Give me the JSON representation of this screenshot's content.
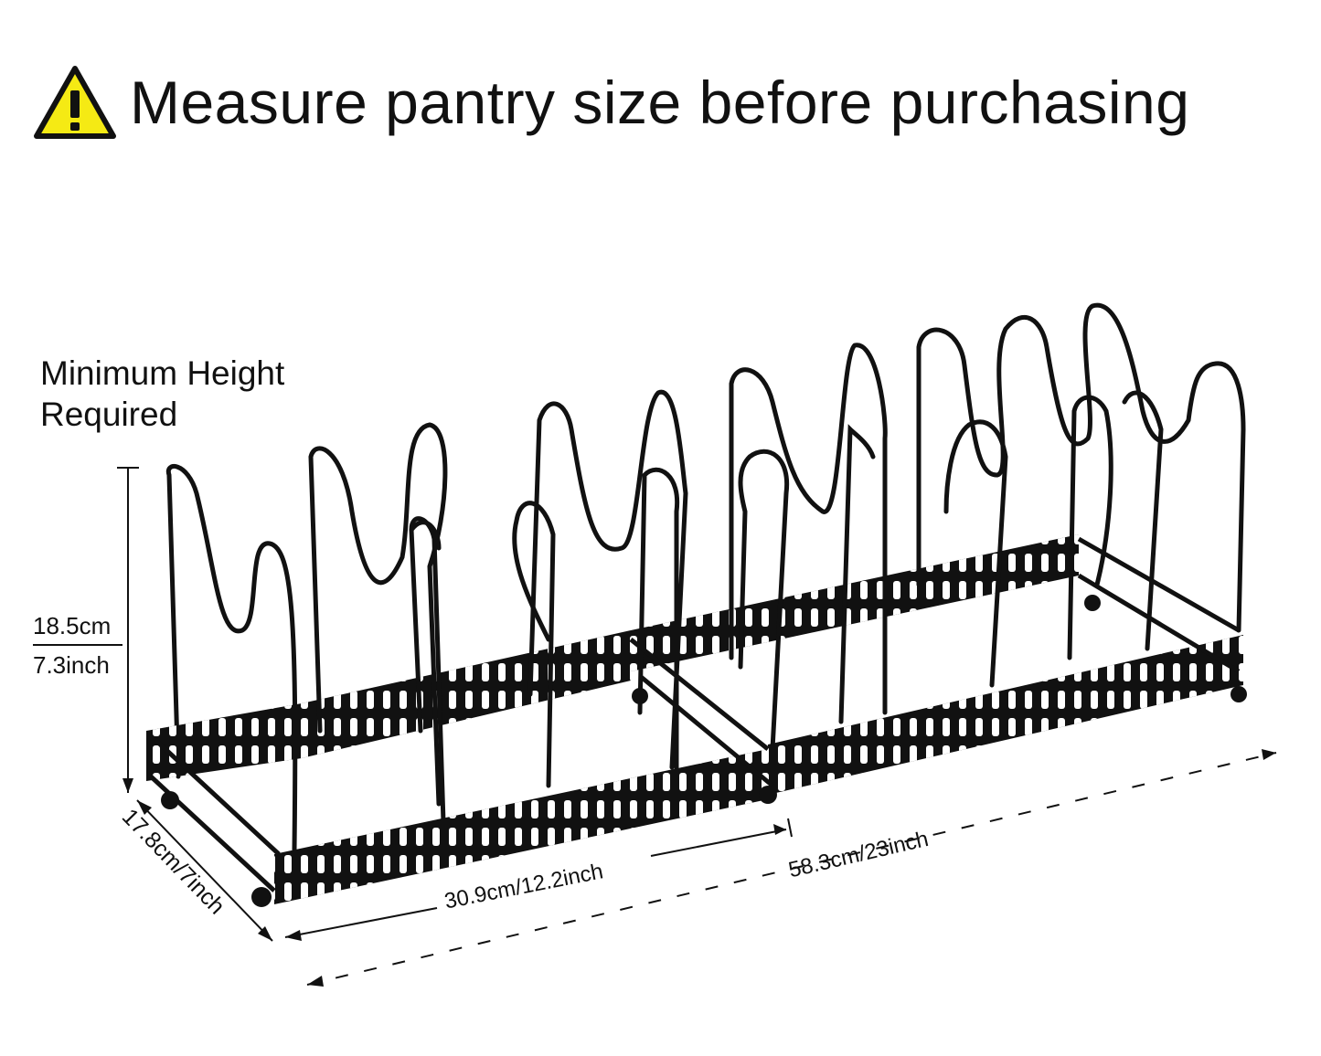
{
  "headline": {
    "text": "Measure pantry size before purchasing",
    "icon": "warning-triangle-icon",
    "icon_color": "#f5ea14"
  },
  "min_height_label": {
    "line1": "Minimum Height",
    "line2": "Required"
  },
  "dimensions": {
    "height_cm": "18.5cm",
    "height_in": "7.3inch",
    "depth": "17.8cm/7inch",
    "min_length": "30.9cm/12.2inch",
    "max_length": "58.3cm/23inch"
  },
  "colors": {
    "product": "#111111",
    "background": "#ffffff"
  }
}
